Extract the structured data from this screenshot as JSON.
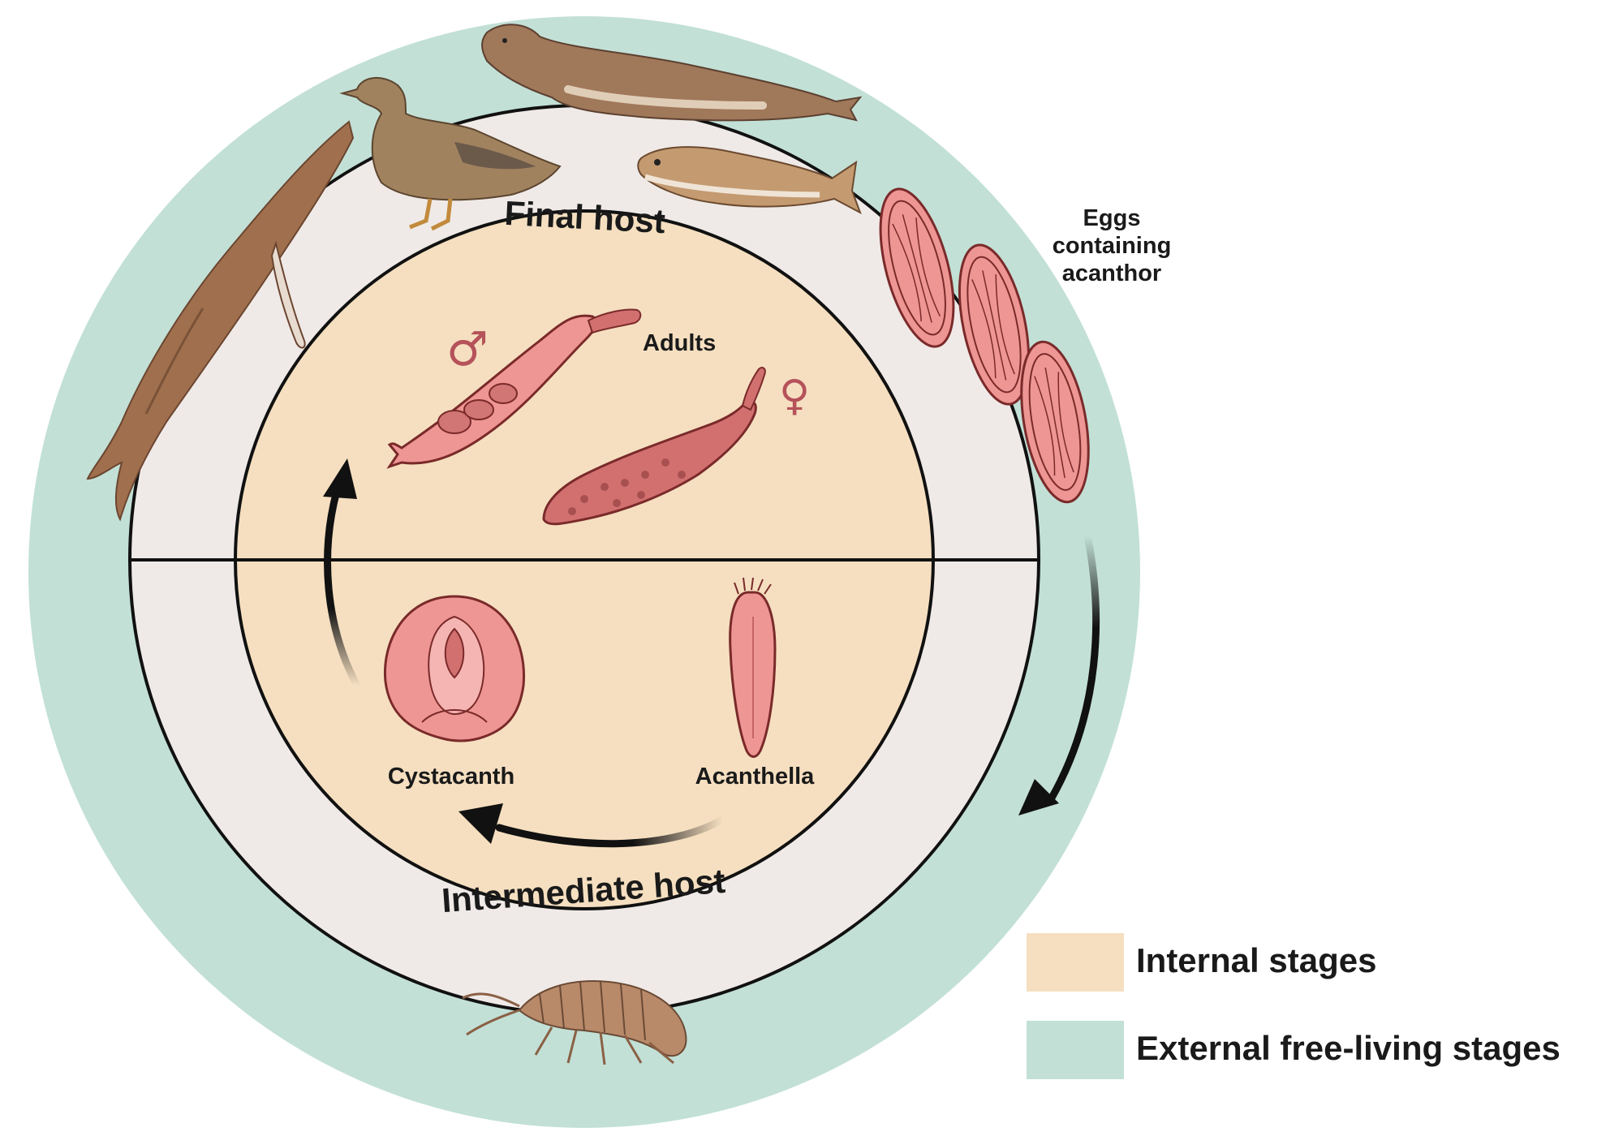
{
  "diagram": {
    "ring_labels": {
      "final_host": "Final host",
      "intermediate_host": "Intermediate host"
    },
    "stages": {
      "adults": "Adults",
      "cystacanth": "Cystacanth",
      "acanthella": "Acanthella",
      "eggs_line1": "Eggs",
      "eggs_line2": "containing",
      "eggs_line3": "acanthor"
    },
    "symbols": {
      "male": "♂",
      "female": "♀"
    },
    "colors": {
      "internal": "#f5dfc0",
      "external": "#c2e0d6",
      "ring": "#efeae7",
      "parasite": "#ee9694",
      "parasite_outline": "#7a2a2a",
      "sex_symbol": "#b5525a"
    },
    "hosts": [
      "whale-icon",
      "duck-icon",
      "seal-icon",
      "cod-fish-icon",
      "amphipod-icon"
    ]
  },
  "legend": {
    "items": [
      {
        "label": "Internal stages",
        "color": "#f5dfc0"
      },
      {
        "label": "External free-living stages",
        "color": "#c2e0d6"
      }
    ]
  }
}
